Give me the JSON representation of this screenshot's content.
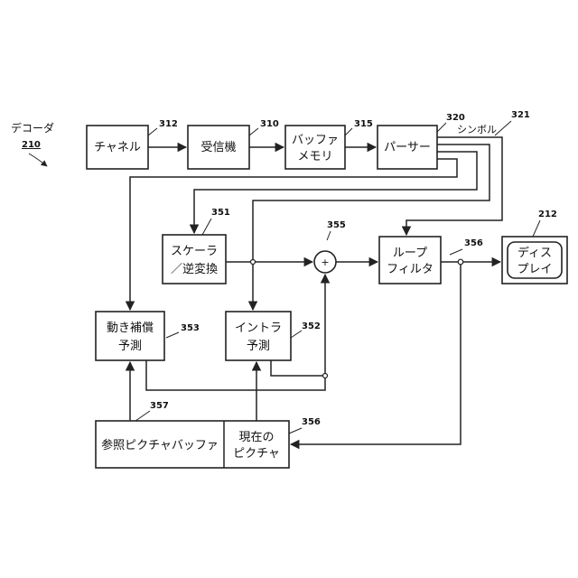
{
  "decoder": {
    "label": "デコーダ",
    "ref": "210"
  },
  "blocks": {
    "channel": {
      "label": "チャネル",
      "ref": "312"
    },
    "receiver": {
      "label": "受信機",
      "ref": "310"
    },
    "buffer": {
      "line1": "バッファ",
      "line2": "メモリ",
      "ref": "315"
    },
    "parser": {
      "label": "パーサー",
      "ref": "320"
    },
    "scaler": {
      "line1": "スケーラ",
      "line2": "／逆変換",
      "ref": "351"
    },
    "loopfilter": {
      "line1": "ループ",
      "line2": "フィルタ",
      "ref": "356"
    },
    "display": {
      "line1": "ディス",
      "line2": "プレイ",
      "ref": "212"
    },
    "motion": {
      "line1": "動き補償",
      "line2": "予測",
      "ref": "353"
    },
    "intra": {
      "line1": "イントラ",
      "line2": "予測",
      "ref": "352"
    },
    "refbuf": {
      "label": "参照ピクチャバッファ",
      "ref": "357"
    },
    "current": {
      "line1": "現在の",
      "line2": "ピクチャ",
      "ref": "356"
    }
  },
  "symbols": {
    "label": "シンボル",
    "ref": "321"
  },
  "adder": {
    "ref": "355",
    "sign": "+"
  }
}
